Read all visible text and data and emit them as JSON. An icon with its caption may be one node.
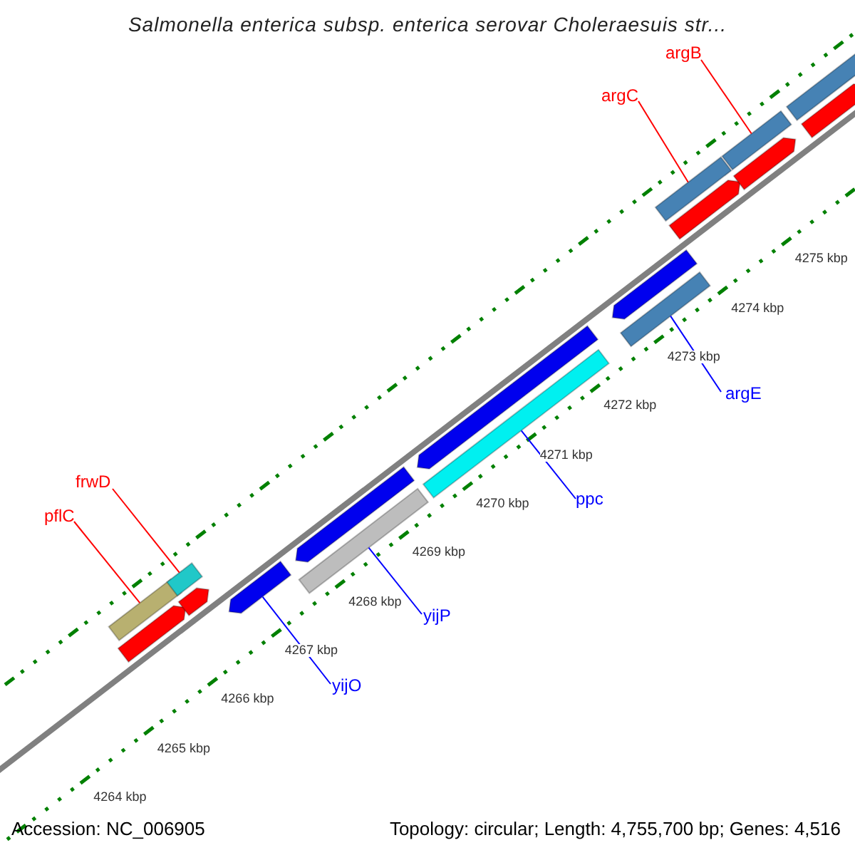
{
  "diagram": {
    "title": "Salmonella enterica subsp. enterica serovar Choleraesuis str...",
    "nodes": [
      {
        "text": [
          "argB"
        ]
      },
      {
        "text": [
          "argC"
        ]
      },
      {
        "text": [
          "argE"
        ]
      },
      {
        "text": [
          "ppc"
        ]
      },
      {
        "text": [
          "frwD"
        ]
      },
      {
        "text": [
          "pflC"
        ]
      },
      {
        "text": [
          "yijP"
        ]
      },
      {
        "text": [
          "yijO"
        ]
      },
      {
        "text": [],
        "shape": "bar"
      },
      {
        "text": [],
        "shape": "bar"
      },
      {
        "text": [],
        "shape": "bar"
      },
      {
        "text": [],
        "shape": "bar"
      },
      {
        "text": [],
        "shape": "bar"
      },
      {
        "text": [],
        "shape": "bar"
      },
      {
        "text": [],
        "shape": "bar"
      },
      {
        "text": [],
        "shape": "bar"
      },
      {
        "text": [],
        "shape": "bar"
      },
      {
        "text": [],
        "shape": "bar"
      },
      {
        "text": [],
        "shape": "bar"
      },
      {
        "text": [],
        "shape": "bar"
      },
      {
        "text": [],
        "shape": "bar"
      },
      {
        "text": [],
        "shape": "bar"
      },
      {
        "text": [],
        "shape": "bar"
      },
      {
        "text": [],
        "shape": "bar"
      },
      {
        "text": [],
        "shape": "bar"
      }
    ],
    "edges": [
      {
        "from": 0,
        "to": 21,
        "arrow": "none",
        "color": "#ff0000"
      },
      {
        "from": 1,
        "to": 19,
        "arrow": "none",
        "color": "#ff0000"
      },
      {
        "from": 2,
        "to": 18,
        "arrow": "none",
        "color": "#0000ff"
      },
      {
        "from": 3,
        "to": 16,
        "arrow": "none",
        "color": "#0000ff"
      },
      {
        "from": 4,
        "to": 9,
        "arrow": "none",
        "color": "#ff0000"
      },
      {
        "from": 5,
        "to": 8,
        "arrow": "none",
        "color": "#ff0000"
      },
      {
        "from": 6,
        "to": 14,
        "arrow": "none",
        "color": "#0000ff"
      },
      {
        "from": 7,
        "to": 12,
        "arrow": "none",
        "color": "#0000ff"
      }
    ],
    "labels": [
      "4275 kbp",
      "4274 kbp",
      "4273 kbp",
      "4272 kbp",
      "4271 kbp",
      "4270 kbp",
      "4269 kbp",
      "4268 kbp",
      "4267 kbp",
      "4266 kbp",
      "4265 kbp",
      "4264 kbp",
      "Accession: NC_006905",
      "Topology: circular; Length: 4,755,700 bp; Genes: 4,516"
    ]
  }
}
